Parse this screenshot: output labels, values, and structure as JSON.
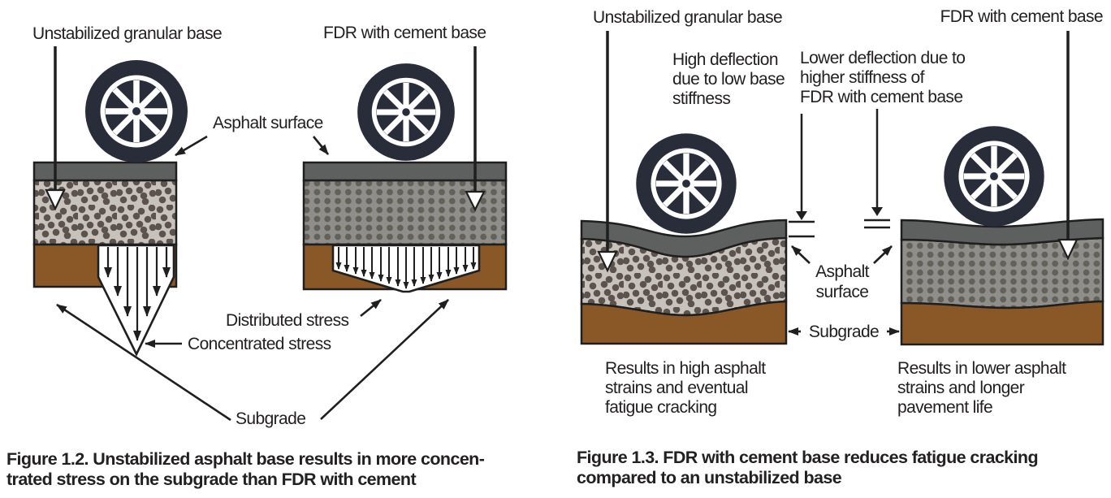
{
  "figure_1_2": {
    "labels": {
      "left_base": "Unstabilized granular base",
      "right_base": "FDR with cement base",
      "asphalt_surface": "Asphalt surface",
      "distributed_stress": "Distributed stress",
      "concentrated_stress": "Concentrated stress",
      "subgrade": "Subgrade"
    },
    "caption_line1": "Figure 1.2. Unstabilized asphalt base results in more concen-",
    "caption_line2": "trated stress on the subgrade than FDR with cement"
  },
  "figure_1_3": {
    "labels": {
      "left_base": "Unstabilized granular base",
      "right_base": "FDR with cement base",
      "high_deflection": [
        "High deflection",
        "due to low base",
        "stiffness"
      ],
      "lower_deflection": [
        "Lower deflection due to",
        "higher stiffness of",
        "FDR with cement base"
      ],
      "asphalt_surface": [
        "Asphalt",
        "surface"
      ],
      "subgrade": "Subgrade",
      "left_result": [
        "Results in high asphalt",
        "strains and eventual",
        "fatigue cracking"
      ],
      "right_result": [
        "Results in lower asphalt",
        "strains and longer",
        "pavement life"
      ]
    },
    "caption_line1": "Figure 1.3. FDR with cement base reduces fatigue cracking",
    "caption_line2": "compared to an unstabilized base"
  },
  "colors": {
    "tire": "#292d3a",
    "asphalt": "#5e5f5f",
    "granular_bg": "#c8c2bd",
    "granular_dot": "#5d534e",
    "cement_bg": "#8f8e8a",
    "cement_dot": "#62625b",
    "subgrade_brown": "#8a5827",
    "outline": "#1f1f1f",
    "text": "#232022"
  }
}
